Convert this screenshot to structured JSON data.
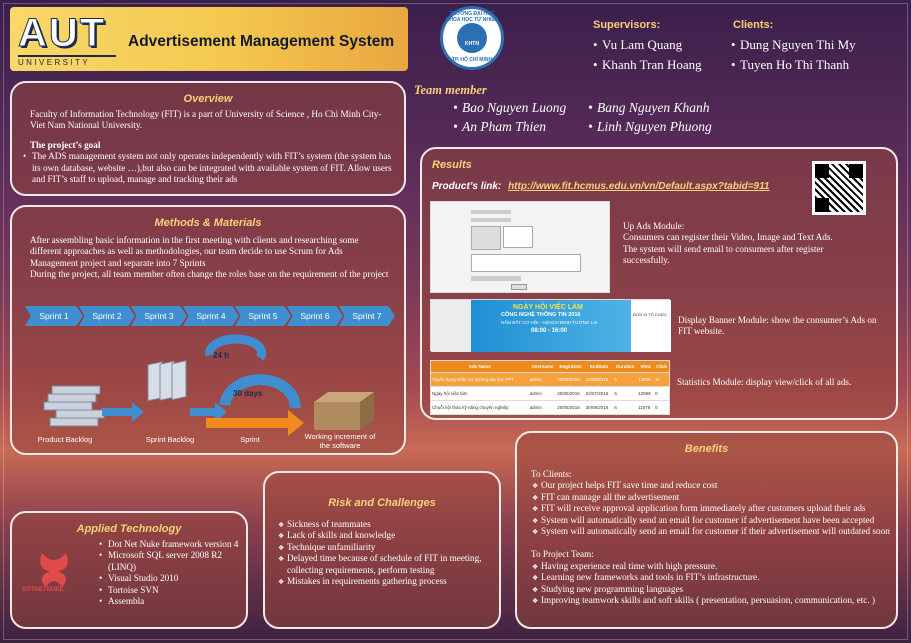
{
  "header": {
    "logo_text": "AUT",
    "logo_sub": "UNIVERSITY",
    "title": "Advertisement Management System",
    "seal": {
      "ring_text": "TRƯỜNG ĐẠI HỌC KHOA HỌC TỰ NHIÊN",
      "center": "KHTN",
      "city": "TP. HỒ CHÍ MINH"
    }
  },
  "supervisors": {
    "label": "Supervisors:",
    "names": [
      "Vu Lam Quang",
      "Khanh Tran Hoang"
    ]
  },
  "clients": {
    "label": "Clients:",
    "names": [
      "Dung Nguyen Thi My",
      "Tuyen Ho Thi Thanh"
    ]
  },
  "team": {
    "label": "Team member",
    "col1": [
      "Bao Nguyen Luong",
      "An Pham Thien"
    ],
    "col2": [
      "Bang Nguyen Khanh",
      "Linh Nguyen Phuong"
    ]
  },
  "overview": {
    "title": "Overview",
    "intro": "Faculty of Information Technology (FIT) is a part of University of Science , Ho Chi Minh City-Viet Nam National University.",
    "goal_title": "The project’s goal",
    "goal": "The ADS management system not only operates independently with FIT’s system (the system has its own database, website …),but also can be integrated with available system of FIT. Allow users and FIT’s staff to upload, manage and tracking their ads"
  },
  "methods": {
    "title": "Methods & Materials",
    "p1": "After assembling basic information in the first meeting with clients and researching some different approaches as well as methodologies, our team decide to use Scrum for Ads Management project and separate into 7 Sprints",
    "p2": "During the project, all team member often change the roles base on the requirement of the project",
    "sprints": [
      "Sprint 1",
      "Sprint 2",
      "Sprint 3",
      "Sprint 4",
      "Sprint 5",
      "Sprint 6",
      "Sprint 7"
    ],
    "loop_short": "24 h",
    "loop_long": "30 days",
    "captions": [
      "Product Backlog",
      "Sprint Backlog",
      "Sprint",
      "Working increment of the software"
    ]
  },
  "results": {
    "title": "Results",
    "link_label": "Product’s link:",
    "link": "http://www.fit.hcmus.edu.vn/vn/Default.aspx?tabid=911",
    "upload": "Up Ads Module:\nConsumers can register their Video, Image and Text Ads.\nThe system will send email to consumers after register successfully.",
    "banner": "Display Banner Module: show the consumer’s Ads on FIT website.",
    "stats": "Statistics Module: display view/click of all ads.",
    "banner_img": {
      "headline": "NGÀY HỘI VIỆC LÀM",
      "sub": "CÔNG NGHỆ THÔNG TIN 2016",
      "sub2": "NẮM BẮT CƠ HỘI - HOẠCH ĐỊNH TƯƠNG LAI",
      "time": "08:00 - 16:00",
      "org": "ĐƠN VỊ TỔ CHỨC"
    },
    "table": {
      "headers": [
        "Ads Name",
        "Username",
        "BeginDate",
        "EndDate",
        "Duration",
        "View",
        "Click"
      ],
      "rows": [
        [
          "Tuyển dụng nhân sự trường đại học FPT",
          "admin",
          "20/05/2016",
          "22/06/2016",
          "6",
          "13906",
          "11"
        ],
        [
          "Ngày hội việc làm",
          "admin",
          "20/05/2016",
          "22/07/2016",
          "6",
          "12998",
          "0"
        ],
        [
          "Chuỗi hội thảo kỹ năng chuyên nghiệp",
          "admin",
          "20/05/2016",
          "30/06/2016",
          "6",
          "11678",
          "0"
        ]
      ]
    }
  },
  "applied": {
    "title": "Applied Technology",
    "items": [
      "Dot Net Nuke framework version 4",
      "Microsoft SQL server 2008 R2 (LINQ)",
      "Visual Studio 2010",
      "Tortoise SVN",
      "Assembla"
    ],
    "logo_text": "DOTNETNUKE"
  },
  "risk": {
    "title": "Risk and Challenges",
    "items": [
      "Sickness of teammates",
      "Lack of skills and knowledge",
      "Technique unfamiliarity",
      "Delayed time because of schedule of FIT in meeting, collecting requirements, perform testing",
      "Mistakes in requirements gathering process"
    ]
  },
  "benefits": {
    "title": "Benefits",
    "clients_label": "To Clients:",
    "clients": [
      "Our project helps FIT save time and reduce cost",
      "FIT can manage all the advertisement",
      "FIT will receive approval application form immediately after customers upload their ads",
      "System will automatically send an email for customer if advertisement have been accepted",
      "System will automatically send an email for customer if their advertisement will outdated soon"
    ],
    "team_label": "To Project Team:",
    "team": [
      "Having experience real time with high pressure.",
      "Learning new frameworks and tools in FIT’s infrastructure.",
      "Studying new programming languages",
      "Improving teamwork skills and soft skills ( presentation, persuasion, communication, etc. )"
    ]
  },
  "colors": {
    "accent": "#f7d27a",
    "sprint": "#3f8fd0",
    "header": "#f4c84e"
  }
}
